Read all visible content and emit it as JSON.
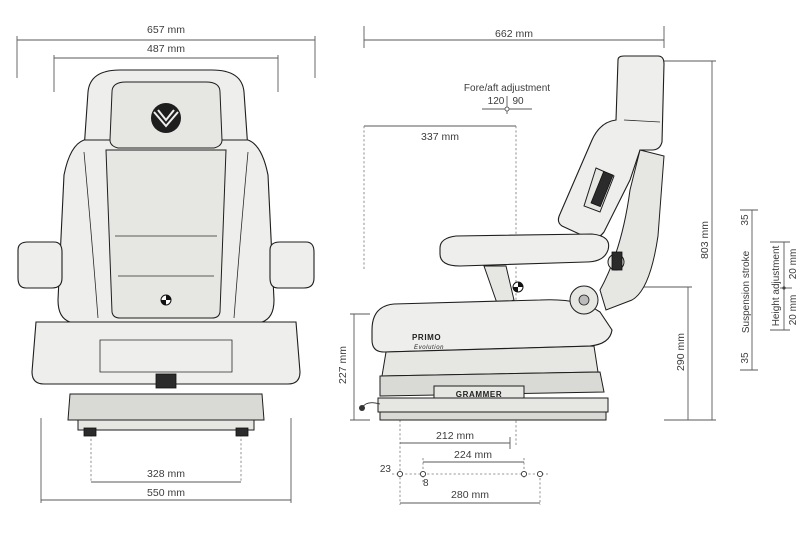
{
  "front_view": {
    "overall_width": "657 mm",
    "backrest_width": "487 mm",
    "mount_spacing": "328 mm",
    "base_width": "550 mm"
  },
  "side_view": {
    "overall_depth": "662 mm",
    "fore_aft": {
      "title": "Fore/aft adjustment",
      "back": "120",
      "forward": "90"
    },
    "sip_to_back": "337 mm",
    "overall_height": "803 mm",
    "suspension_height": "227 mm",
    "sip_height": "290 mm",
    "rail_length_1": "212 mm",
    "rail_length_2": "224 mm",
    "rail_offset": "23",
    "rail_step": "8",
    "rail_total": "280 mm",
    "brand_label": "GRAMMER",
    "model_label_1": "PRIMO",
    "model_label_2": "Evolution"
  },
  "suspension": {
    "stroke_label": "Suspension stroke",
    "stroke_top": "35",
    "stroke_bottom": "35",
    "height_label": "Height adjustment",
    "height_top": "20 mm",
    "height_bottom": "20 mm"
  }
}
